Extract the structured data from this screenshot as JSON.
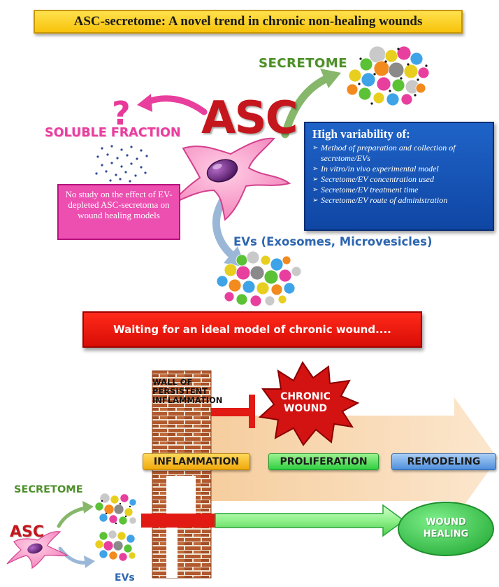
{
  "title": "ASC-secretome: A novel trend in chronic non-healing wounds",
  "top": {
    "asc_label": "ASC",
    "secretome_label": "SECRETOME",
    "question_mark": "?",
    "soluble_fraction_label": "SOLUBLE FRACTION",
    "evs_label": "EVs (Exosomes, Microvesicles)",
    "pink_box_text": "No study on the effect of EV-depleted ASC-secretoma on wound healing models",
    "variability": {
      "heading": "High variability of:",
      "items": [
        "Method of preparation and collection of secretome/EVs",
        "In vitro/in vivo experimental model",
        "Secretome/EV concentration used",
        "Secretome/EV treatment time",
        "Secretome/EV route of administration"
      ]
    }
  },
  "banner": "Waiting for an ideal model of chronic wound....",
  "bottom": {
    "wall_label": "WALL OF PERSISTENT INFLAMMATION",
    "chronic_wound_label": "CHRONIC WOUND",
    "phases": [
      "INFLAMMATION",
      "PROLIFERATION",
      "REMODELING"
    ],
    "secretome_label": "SECRETOME",
    "asc_label": "ASC",
    "evs_label": "EVs",
    "wound_healing_label": "WOUND HEALING"
  },
  "colors": {
    "asc_red": "#c4161c",
    "secretome_green": "#4e8f2a",
    "pink": "#e83f9e",
    "blue": "#1a56b8",
    "evs_blue": "#2d66b0",
    "phase_inflammation": "#f6b70c",
    "phase_proliferation": "#35d146",
    "phase_remodeling": "#4f8fdc",
    "wound_healing_green": "#39c24a",
    "brick": "#b25a2f",
    "big_arrow": "#f8d9b5"
  }
}
